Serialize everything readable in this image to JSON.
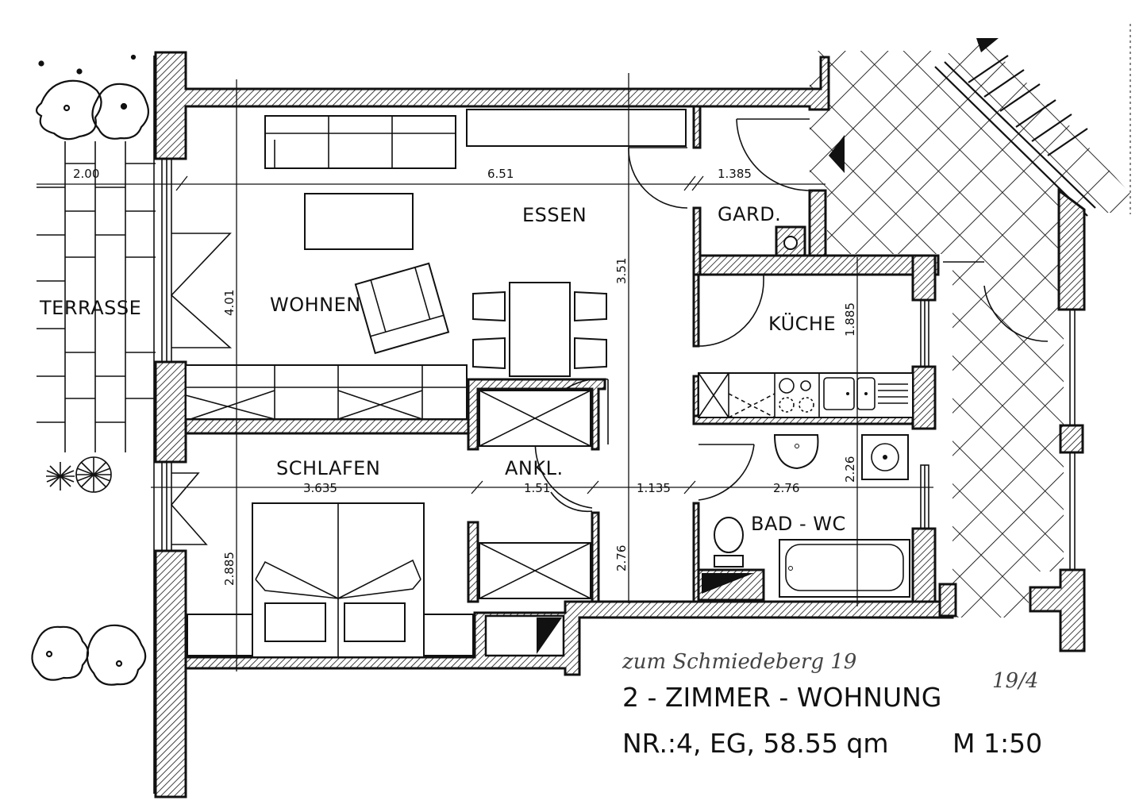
{
  "plan": {
    "title": "2 - ZIMMER - WOHNUNG",
    "subtitle": "NR.:4, EG, 58.55 qm",
    "scale": "M 1:50",
    "handwritten_address": "zum Schmiedeberg 19",
    "handwritten_number": "19/4",
    "rooms": [
      {
        "id": "terrasse",
        "label": "TERRASSE"
      },
      {
        "id": "wohnen",
        "label": "WOHNEN"
      },
      {
        "id": "essen",
        "label": "ESSEN"
      },
      {
        "id": "gard",
        "label": "GARD."
      },
      {
        "id": "kueche",
        "label": "KÜCHE"
      },
      {
        "id": "schlafen",
        "label": "SCHLAFEN"
      },
      {
        "id": "ankl",
        "label": "ANKL."
      },
      {
        "id": "bad",
        "label": "BAD - WC"
      }
    ],
    "dimensions": {
      "terrasse_width": "2.00",
      "wohnen_essen_width": "6.51",
      "gard_width": "1.385",
      "wohnen_depth": "4.01",
      "essen_depth": "3.51",
      "kueche_depth": "1.885",
      "schlafen_width": "3.635",
      "ankl_width": "1.51",
      "flur_width": "1.135",
      "bad_width": "2.76",
      "bad_depth": "2.26",
      "schlafen_depth": "2.885",
      "flur_depth": "2.76"
    },
    "colors": {
      "ink": "#111111",
      "paper": "#ffffff",
      "pencil": "#444444"
    }
  }
}
